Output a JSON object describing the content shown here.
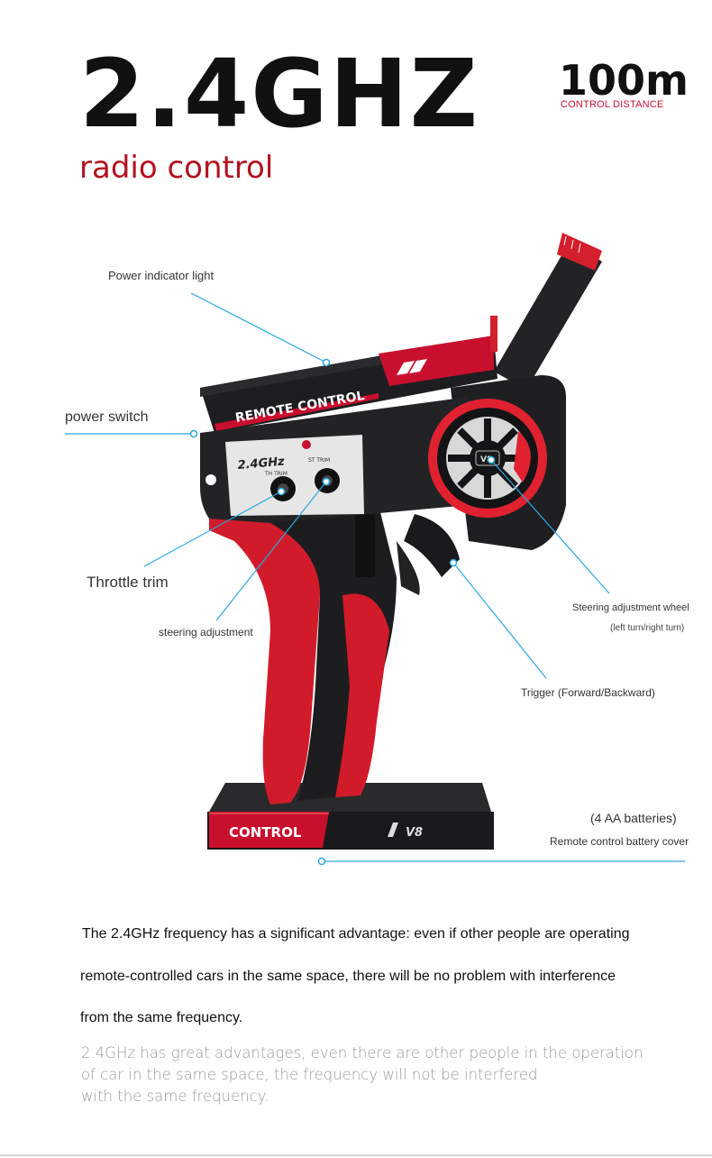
{
  "header": {
    "headline": "2.4GHZ",
    "subheadline": "radio control",
    "range_value": "100m",
    "range_label": "CONTROL DISTANCE"
  },
  "callouts": {
    "power_indicator": "Power indicator light",
    "power_switch": "power switch",
    "throttle_trim": "Throttle trim",
    "steering_adjustment": "steering adjustment",
    "steering_wheel": "Steering adjustment wheel",
    "steering_wheel_note": "(left turn/right turn)",
    "trigger": "Trigger (Forward/Backward)",
    "batteries": "(4 AA batteries)",
    "battery_cover": "Remote control battery cover"
  },
  "device_labels": {
    "top_panel": "REMOTE CONTROL",
    "freq_badge": "2.4GHz",
    "th_trim": "TH TRIM",
    "st_trim": "ST TRIM",
    "base_text": "CONTROL",
    "base_model": "V8",
    "wheel_badge": "V8"
  },
  "description": {
    "line1": "The 2.4GHz frequency has a significant advantage: even if other people are operating",
    "line2": "remote-controlled cars in the same space, there will be no problem with interference",
    "line3": "from the same frequency.",
    "alt_line1": "2.4GHz has great advantages, even there are other people in the operation",
    "alt_line2": "of car in the same space, the frequency will not be interfered",
    "alt_line3": "with the same frequency."
  },
  "colors": {
    "accent_red": "#c8102e",
    "body_black": "#1c1c1e",
    "callout_blue": "#29a8e0"
  }
}
